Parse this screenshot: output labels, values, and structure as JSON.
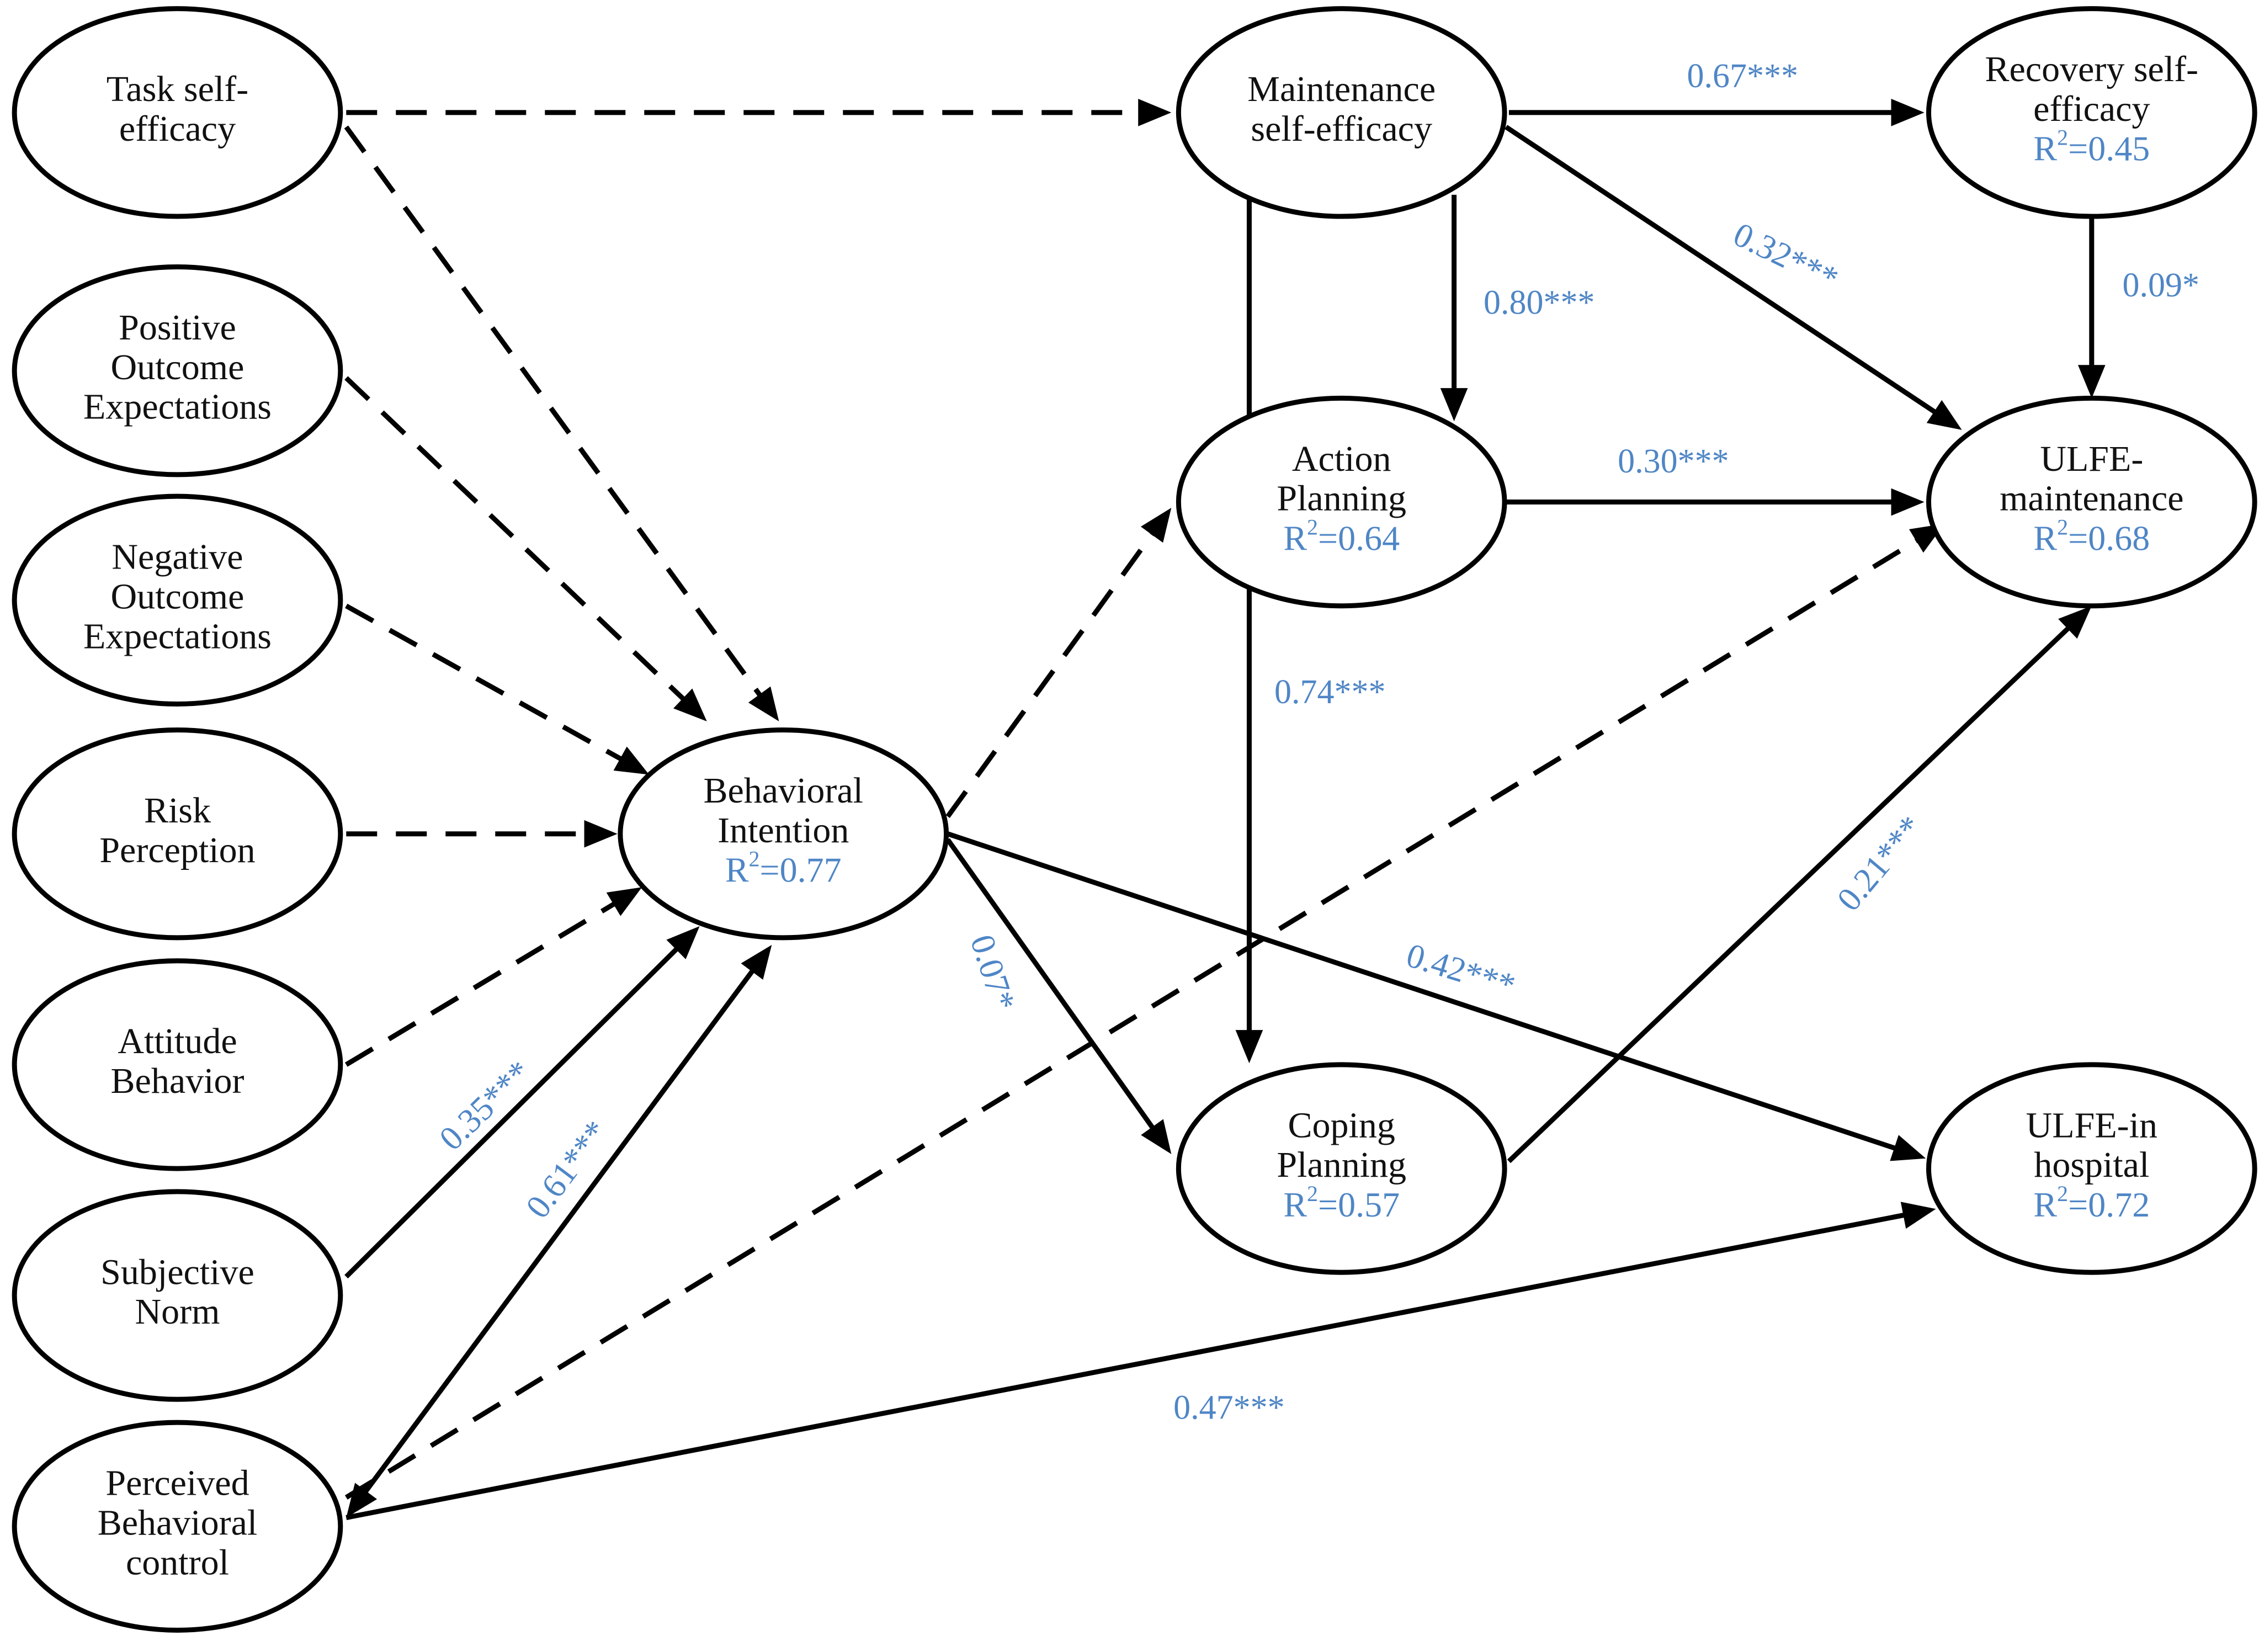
{
  "nodes": [
    {
      "id": "task_self_efficacy",
      "lines": [
        "Task self-",
        "efficacy"
      ],
      "r2": ""
    },
    {
      "id": "positive_outcome_expectations",
      "lines": [
        "Positive",
        "Outcome",
        "Expectations"
      ],
      "r2": ""
    },
    {
      "id": "negative_outcome_expectations",
      "lines": [
        "Negative",
        "Outcome",
        "Expectations"
      ],
      "r2": ""
    },
    {
      "id": "risk_perception",
      "lines": [
        "Risk",
        "Perception"
      ],
      "r2": ""
    },
    {
      "id": "attitude_behavior",
      "lines": [
        "Attitude",
        "Behavior"
      ],
      "r2": ""
    },
    {
      "id": "subjective_norm",
      "lines": [
        "Subjective",
        "Norm"
      ],
      "r2": ""
    },
    {
      "id": "perceived_behavioral_control",
      "lines": [
        "Perceived",
        "Behavioral",
        "control"
      ],
      "r2": ""
    },
    {
      "id": "behavioral_intention",
      "lines": [
        "Behavioral",
        "Intention"
      ],
      "r2": "0.77"
    },
    {
      "id": "maintenance_self_efficacy",
      "lines": [
        "Maintenance",
        "self-efficacy"
      ],
      "r2": ""
    },
    {
      "id": "action_planning",
      "lines": [
        "Action",
        "Planning"
      ],
      "r2": "0.64"
    },
    {
      "id": "coping_planning",
      "lines": [
        "Coping",
        "Planning"
      ],
      "r2": "0.57"
    },
    {
      "id": "recovery_self_efficacy",
      "lines": [
        "Recovery self-",
        "efficacy"
      ],
      "r2": "0.45"
    },
    {
      "id": "ulfe_maintenance",
      "lines": [
        "ULFE-",
        "maintenance"
      ],
      "r2": "0.68"
    },
    {
      "id": "ulfe_in_hospital",
      "lines": [
        "ULFE-in",
        "hospital"
      ],
      "r2": "0.72"
    }
  ],
  "edges": [
    {
      "from": "task_self_efficacy",
      "to": "maintenance_self_efficacy",
      "style": "dashed",
      "label": ""
    },
    {
      "from": "task_self_efficacy",
      "to": "behavioral_intention",
      "style": "dashed",
      "label": ""
    },
    {
      "from": "positive_outcome_expectations",
      "to": "behavioral_intention",
      "style": "dashed",
      "label": ""
    },
    {
      "from": "negative_outcome_expectations",
      "to": "behavioral_intention",
      "style": "dashed",
      "label": ""
    },
    {
      "from": "risk_perception",
      "to": "behavioral_intention",
      "style": "dashed",
      "label": ""
    },
    {
      "from": "attitude_behavior",
      "to": "behavioral_intention",
      "style": "dashed",
      "label": ""
    },
    {
      "from": "subjective_norm",
      "to": "behavioral_intention",
      "style": "solid",
      "label": "0.35***"
    },
    {
      "from": "perceived_behavioral_control",
      "to": "behavioral_intention",
      "style": "solid",
      "label": "0.61***",
      "bidirectional": true
    },
    {
      "from": "perceived_behavioral_control",
      "to": "ulfe_maintenance",
      "style": "dashed",
      "label": ""
    },
    {
      "from": "perceived_behavioral_control",
      "to": "ulfe_in_hospital",
      "style": "solid",
      "label": "0.47***"
    },
    {
      "from": "behavioral_intention",
      "to": "action_planning",
      "style": "dashed",
      "label": ""
    },
    {
      "from": "behavioral_intention",
      "to": "coping_planning",
      "style": "solid",
      "label": "0.07*"
    },
    {
      "from": "behavioral_intention",
      "to": "ulfe_in_hospital",
      "style": "solid",
      "label": "0.42***"
    },
    {
      "from": "maintenance_self_efficacy",
      "to": "recovery_self_efficacy",
      "style": "solid",
      "label": "0.67***"
    },
    {
      "from": "maintenance_self_efficacy",
      "to": "action_planning",
      "style": "solid",
      "label": "0.80***"
    },
    {
      "from": "maintenance_self_efficacy",
      "to": "coping_planning",
      "style": "solid",
      "label": "0.74***"
    },
    {
      "from": "maintenance_self_efficacy",
      "to": "ulfe_maintenance",
      "style": "solid",
      "label": "0.32***"
    },
    {
      "from": "recovery_self_efficacy",
      "to": "ulfe_maintenance",
      "style": "solid",
      "label": "0.09*"
    },
    {
      "from": "action_planning",
      "to": "ulfe_maintenance",
      "style": "solid",
      "label": "0.30***"
    },
    {
      "from": "coping_planning",
      "to": "ulfe_maintenance",
      "style": "solid",
      "label": "0.21***"
    }
  ]
}
